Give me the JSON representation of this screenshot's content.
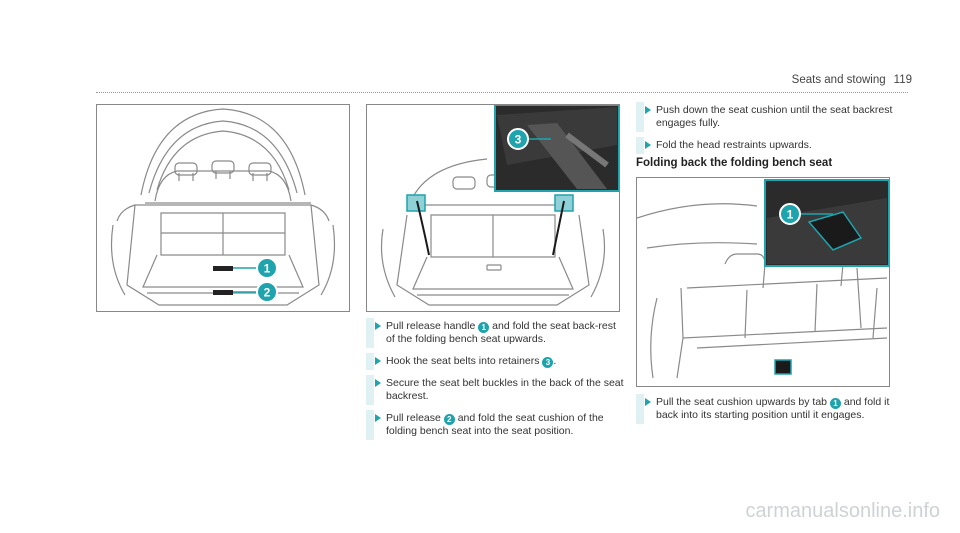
{
  "header": {
    "section": "Seats and stowing",
    "page_number": "119"
  },
  "colors": {
    "accent": "#1fa3ad",
    "step_bar": "#dff1f2",
    "figure_border": "#888888"
  },
  "figures": {
    "fig1": {
      "callouts": [
        "1",
        "2"
      ]
    },
    "fig2": {
      "callouts": [
        "3"
      ]
    },
    "fig3": {
      "callouts": [
        "1"
      ]
    }
  },
  "steps_middle": [
    {
      "parts": [
        "Pull release handle ",
        "1",
        " and fold the seat back-rest of the folding bench seat upwards."
      ]
    },
    {
      "parts": [
        "Hook the seat belts into retainers ",
        "3",
        "."
      ]
    },
    {
      "text": "Secure the seat belt buckles in the back of the seat backrest."
    },
    {
      "parts": [
        "Pull release ",
        "2",
        " and fold the seat cushion of the folding bench seat into the seat position."
      ]
    }
  ],
  "steps_right_top": [
    {
      "text": "Push down the seat cushion until the seat backrest engages fully."
    },
    {
      "text": "Fold the head restraints upwards."
    }
  ],
  "subheading": "Folding back the folding bench seat",
  "steps_right_bottom": [
    {
      "parts": [
        "Pull the seat cushion upwards by tab ",
        "1",
        " and fold it back into its starting position until it engages."
      ]
    }
  ],
  "watermark": "carmanualsonline.info"
}
